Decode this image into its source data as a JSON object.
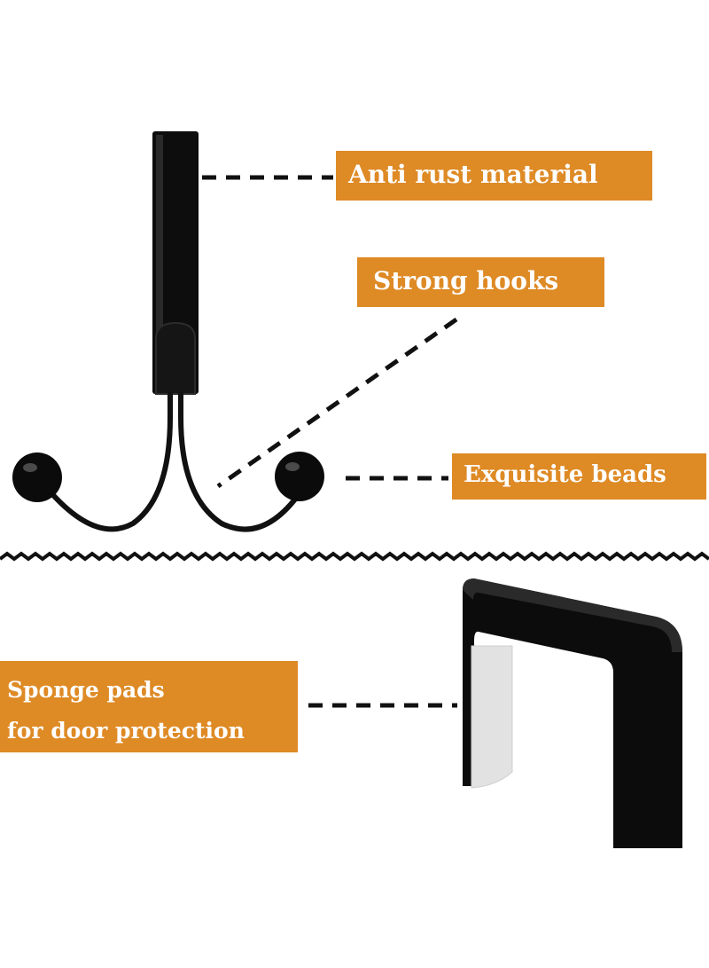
{
  "features": {
    "anti_rust": "Anti rust material",
    "strong_hooks": "Strong hooks",
    "beads": "Exquisite beads",
    "sponge_line1": "Sponge pads",
    "sponge_line2": "for door protection"
  },
  "colors": {
    "label_bg": "#de8a25",
    "label_text": "#ffffff",
    "hook_metal": "#111111",
    "pad": "#e2e2e2"
  }
}
